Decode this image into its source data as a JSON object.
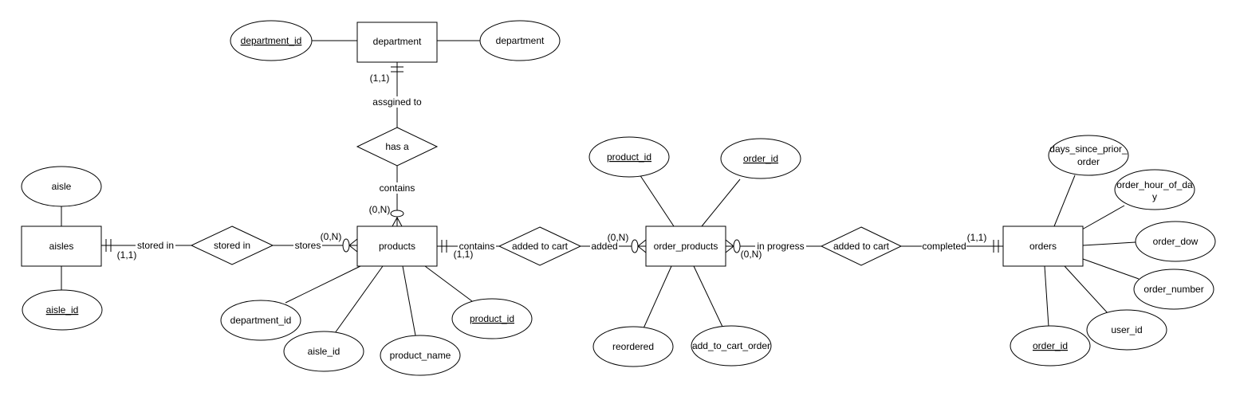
{
  "entities": {
    "department": "department",
    "aisles": "aisles",
    "products": "products",
    "order_products": "order_products",
    "orders": "orders"
  },
  "relationships": {
    "has_a": "has a",
    "stored_in": "stored in",
    "added_to_cart_1": "added to cart",
    "added_to_cart_2": "added to cart"
  },
  "attributes": {
    "dept_department_id": "department_id",
    "dept_department": "department",
    "aisle": "aisle",
    "aisle_id_key": "aisle_id",
    "prod_department_id": "department_id",
    "prod_aisle_id": "aisle_id",
    "prod_product_name": "product_name",
    "prod_product_id": "product_id",
    "op_product_id": "product_id",
    "op_order_id": "order_id",
    "op_reordered": "reordered",
    "op_add_to_cart_order": "add_to_cart_order",
    "ord_days_since_1": "days_since_prior_",
    "ord_days_since_2": "order",
    "ord_hour_1": "order_hour_of_da",
    "ord_hour_2": "y",
    "ord_dow": "order_dow",
    "ord_number": "order_number",
    "ord_user_id": "user_id",
    "ord_order_id": "order_id"
  },
  "edge_labels": {
    "assgined_to": "assgined to",
    "contains_top": "contains",
    "stored_in": "stored in",
    "stores": "stores",
    "contains_mid": "contains",
    "added": "added",
    "in_progress": "in progress",
    "completed": "completed"
  },
  "cardinalities": {
    "dept": "(1,1)",
    "products_top": "(0,N)",
    "aisles": "(1,1)",
    "products_left": "(0,N)",
    "products_right": "(1,1)",
    "op_left": "(0,N)",
    "op_right": "(0,N)",
    "orders": "(1,1)"
  }
}
